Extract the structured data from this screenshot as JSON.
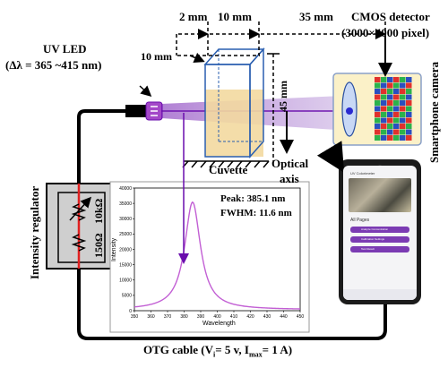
{
  "labels": {
    "uv_led_title": "UV LED",
    "uv_led_range": "(Δλ = 365 ~415 nm)",
    "dim_2mm": "2 mm",
    "dim_10mm_top": "10 mm",
    "dim_35mm": "35 mm",
    "dim_10mm_side": "10 mm",
    "dim_45mm": "45 mm",
    "cmos_line1": "CMOS detector",
    "cmos_line2": "(3000×4000 pixel)",
    "smartphone_camera": "Smartphone camera",
    "cuvette": "Cuvette",
    "optical_axis_1": "Optical",
    "optical_axis_2": "axis",
    "intensity_regulator": "Intensity regulator",
    "res_10k": "10kΩ",
    "res_150": "150Ω",
    "otg_cable": "OTG cable (V",
    "otg_sub_i": "i",
    "otg_mid": "= 5 v, I",
    "otg_sub_max": "max",
    "otg_end": "= 1 A)"
  },
  "app": {
    "title": "UV Colorimeter",
    "all_pages": "All Pages",
    "buttons": [
      "Analyze Concentration",
      "Calibration Settings",
      "Test Result"
    ]
  },
  "colors": {
    "beam": "#6a0dad",
    "spectrum": "#c25fd4",
    "wire_red": "#e02020",
    "liquid": "#f3d9a0",
    "detector_bg": "#fbf1c8"
  },
  "chart_data": {
    "type": "line",
    "annotations": [
      "Peak: 385.1 nm",
      "FWHM: 11.6 nm"
    ],
    "xlabel": "Wavelength",
    "ylabel": "Intensity",
    "xlim": [
      350,
      450
    ],
    "ylim": [
      0,
      40000
    ],
    "xticks": [
      350,
      360,
      370,
      380,
      390,
      400,
      410,
      420,
      430,
      440,
      450
    ],
    "yticks": [
      0,
      5000,
      10000,
      15000,
      20000,
      25000,
      30000,
      35000,
      40000
    ],
    "peak_x": 385.1,
    "peak_y": 35800,
    "fwhm": 11.6
  }
}
